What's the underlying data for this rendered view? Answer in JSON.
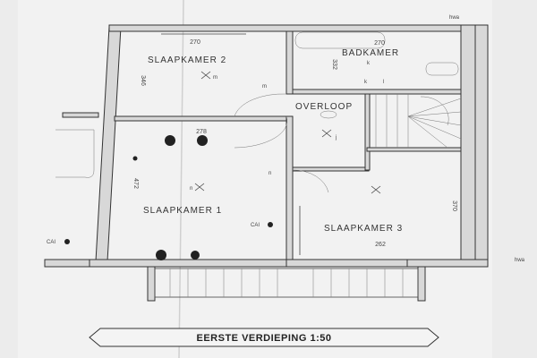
{
  "drawing": {
    "title": "EERSTE VERDIEPING 1:50",
    "rooms": {
      "slaapkamer2": {
        "label": "SLAAPKAMER 2",
        "width": "270",
        "depth": "346"
      },
      "slaapkamer1": {
        "label": "SLAAPKAMER 1",
        "width": "278",
        "depth": "472"
      },
      "badkamer": {
        "label": "BADKAMER",
        "width": "270",
        "depth": "332"
      },
      "overloop": {
        "label": "OVERLOOP"
      },
      "slaapkamer3": {
        "label": "SLAAPKAMER 3",
        "width": "262",
        "depth": "370"
      }
    },
    "annotations": {
      "hwa_top": "hwa",
      "hwa_bottom": "hwa",
      "cai_left": "CAI",
      "cai_inner": "CAI",
      "m1": "m",
      "m2": "m",
      "n1": "n",
      "n2": "n",
      "k1": "k",
      "k2": "k",
      "l1": "l",
      "j1": "j"
    }
  }
}
